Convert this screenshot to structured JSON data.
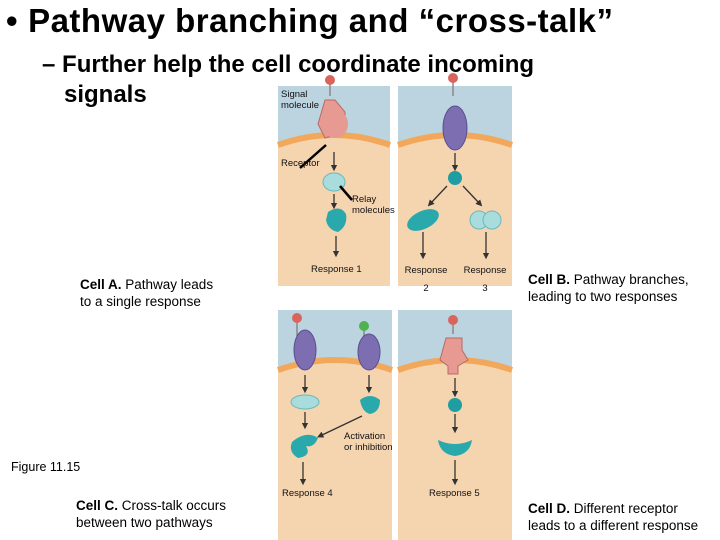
{
  "slide": {
    "bullet": "•",
    "title": "Pathway branching and “cross-talk”",
    "sub_dash": "–",
    "subtitle_line1": "Further help the cell coordinate incoming",
    "subtitle_line2": "signals",
    "figure_label": "Figure 11.15"
  },
  "labels": {
    "signal_molecule_1": "Signal",
    "signal_molecule_2": "molecule",
    "receptor": "Receptor",
    "relay_1": "Relay",
    "relay_2": "molecules",
    "response_1": "Response 1",
    "response_2_a": "Response",
    "response_2_b": "2",
    "response_3_a": "Response",
    "response_3_b": "3",
    "activation_1": "Activation",
    "activation_2": "or inhibition",
    "response_4": "Response 4",
    "response_5": "Response 5"
  },
  "captions": {
    "cell_a_bold": "Cell A.",
    "cell_a_text": " Pathway leads",
    "cell_a_line2": "to a single response",
    "cell_b_bold": "Cell B.",
    "cell_b_text": " Pathway branches,",
    "cell_b_line2": "leading to two responses",
    "cell_c_bold": "Cell C.",
    "cell_c_text": " Cross-talk occurs",
    "cell_c_line2": "between two pathways",
    "cell_d_bold": "Cell D.",
    "cell_d_text": " Different receptor",
    "cell_d_line2": "leads to a different response"
  },
  "colors": {
    "panel_bg": "#bcd3e0",
    "cytoplasm": "#f5d4b0",
    "membrane": "#f2a85a",
    "receptor_purple": "#7c6eb0",
    "receptor_pink": "#e69a92",
    "relay_teal": "#2aa9ad",
    "relay_light": "#a9dcdc",
    "ligand_red": "#d9645c",
    "ligand_green": "#4fb24f"
  }
}
